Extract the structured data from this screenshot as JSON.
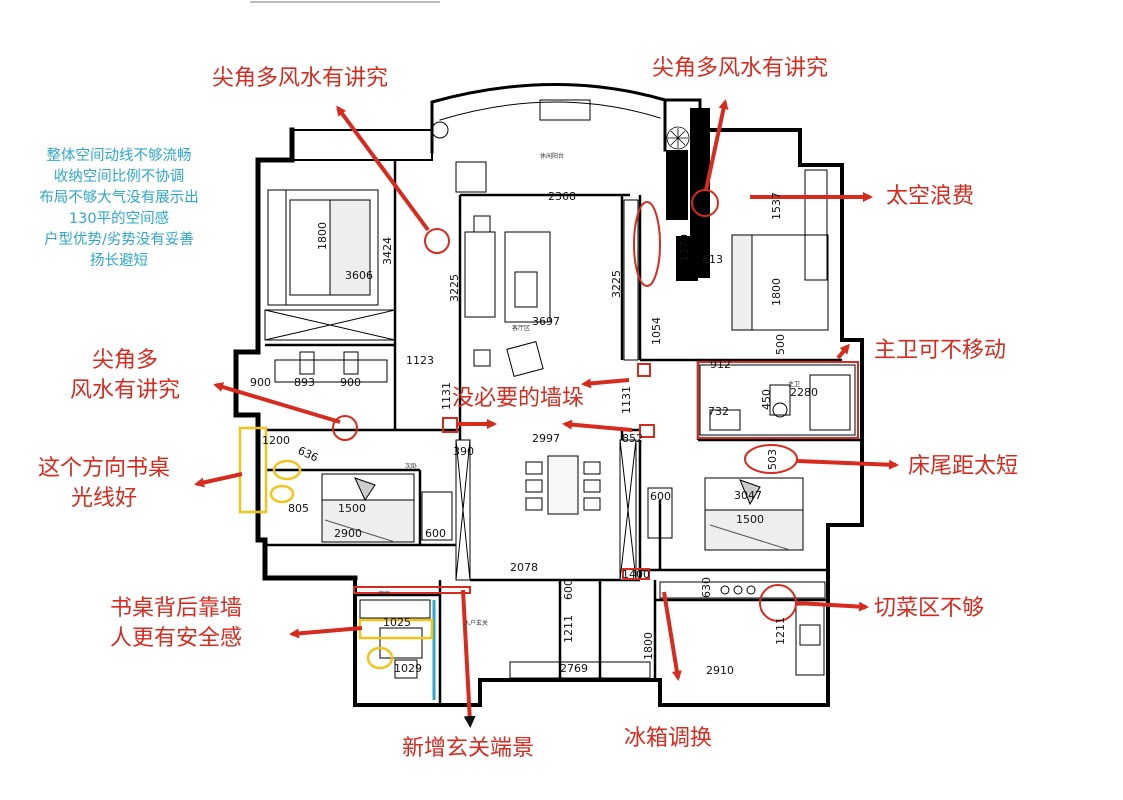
{
  "colors": {
    "annotation": "#d62b1f",
    "summary": "#2fa7c9",
    "desk_marker": "#f0c419",
    "wall": "#000000"
  },
  "summary_lines": [
    "整体空间动线不够流畅",
    "收纳空间比例不协调",
    "布局不够大气没有展示出",
    "130平的空间感",
    "户型优势/劣势没有妥善",
    "扬长避短"
  ],
  "annotations": {
    "fengshui_top_left": "尖角多风水有讲究",
    "fengshui_top_right": "尖角多风水有讲究",
    "space_waste": "太空浪费",
    "master_bath": "主卫可不移动",
    "fengshui_left_line1": "尖角多",
    "fengshui_left_line2": "风水有讲究",
    "unnecessary_wall": "没必要的墙垛",
    "desk_light_line1": "这个方向书桌",
    "desk_light_line2": "光线好",
    "bed_end_short": "床尾距太短",
    "desk_wall_line1": "书桌背后靠墙",
    "desk_wall_line2": "人更有安全感",
    "cutting_area": "切菜区不够",
    "new_entry": "新增玄关端景",
    "fridge_swap": "冰箱调换"
  },
  "dimensions": {
    "d2368": "2368",
    "d1800a": "1800",
    "d3424": "3424",
    "d3606": "3606",
    "d3225a": "3225",
    "d3697": "3697",
    "d3225b": "3225",
    "d1370": "1370",
    "d613": "613",
    "d1537": "1537",
    "d1800b": "1800",
    "d1054": "1054",
    "d500": "500",
    "d912": "912",
    "d2280": "2280",
    "d450": "450",
    "d732": "732",
    "d1123": "1123",
    "d900a": "900",
    "d893": "893",
    "d900b": "900",
    "d1131a": "1131",
    "d1131b": "1131",
    "d1200": "1200",
    "d636": "636",
    "d390": "390",
    "d2997": "2997",
    "d852": "852",
    "d503": "503",
    "d805": "805",
    "d1500a": "1500",
    "d2900": "2900",
    "d600a": "600",
    "d600b": "600",
    "d3047": "3047",
    "d1500b": "1500",
    "d2078": "2078",
    "d1400": "1400",
    "d600c": "600",
    "d630": "630",
    "d1025": "1025",
    "d1211a": "1211",
    "d1211b": "1211",
    "d1800c": "1800",
    "d1029": "1029",
    "d2769": "2769",
    "d2910": "2910"
  },
  "room_labels": {
    "balcony": "休闲阳台",
    "entry": "入户玄关",
    "living": "客厅区",
    "master_bath": "主卫",
    "secondary": "次卧",
    "study": "书房"
  }
}
